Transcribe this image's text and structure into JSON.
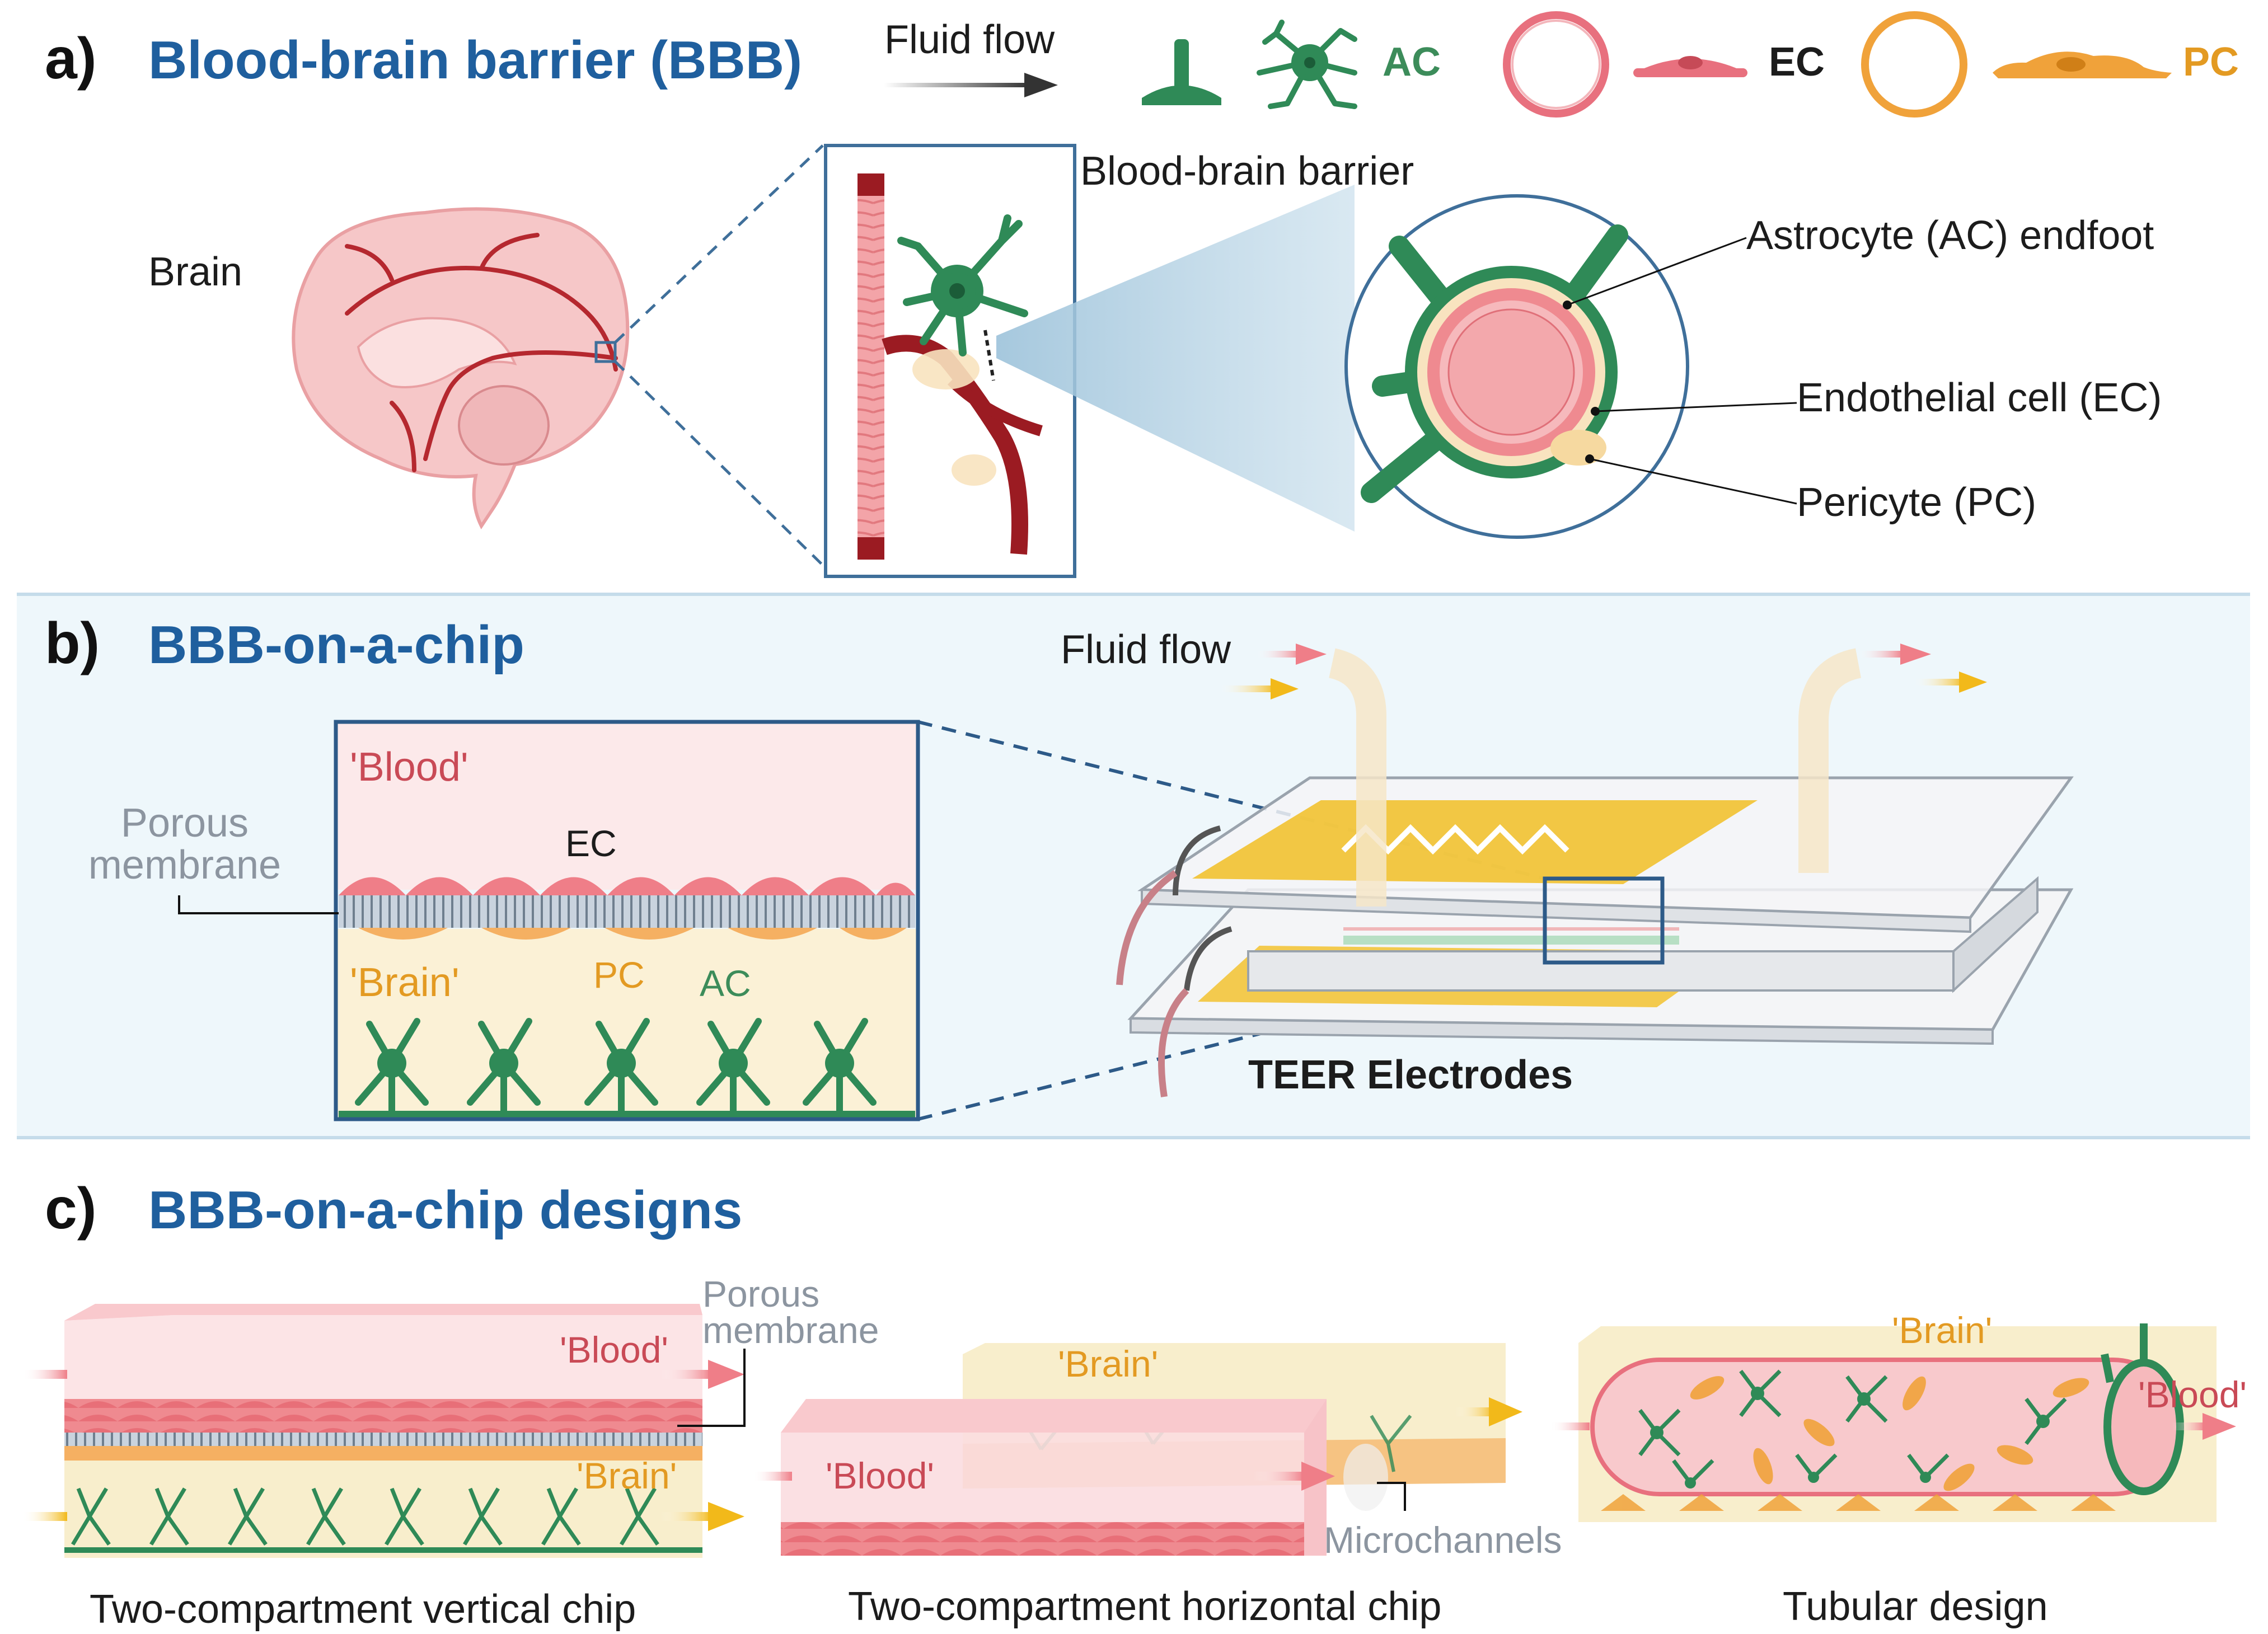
{
  "panels": {
    "a": {
      "letter": "a)",
      "title": "Blood-brain barrier (BBB)"
    },
    "b": {
      "letter": "b)",
      "title": "BBB-on-a-chip"
    },
    "c": {
      "letter": "c)",
      "title": "BBB-on-a-chip designs"
    }
  },
  "legend": {
    "fluid_flow": "Fluid flow",
    "ac": "AC",
    "ec": "EC",
    "pc": "PC"
  },
  "panel_a": {
    "brain": "Brain",
    "bbb_label": "Blood-brain barrier",
    "astrocyte": "Astrocyte (AC) endfoot",
    "endothelial": "Endothelial cell (EC)",
    "pericyte": "Pericyte (PC)"
  },
  "panel_b": {
    "blood": "'Blood'",
    "ec": "EC",
    "porous_line1": "Porous",
    "porous_line2": "membrane",
    "brain": "'Brain'",
    "pc": "PC",
    "ac": "AC",
    "fluid_flow": "Fluid flow",
    "teer": "TEER Electrodes"
  },
  "panel_c": {
    "porous_line1": "Porous",
    "porous_line2": "membrane",
    "v_blood": "'Blood'",
    "v_brain": "'Brain'",
    "h_brain": "'Brain'",
    "h_blood": "'Blood'",
    "microchannels": "Microchannels",
    "t_brain": "'Brain'",
    "t_blood": "'Blood'",
    "cap_vertical": "Two-compartment vertical chip",
    "cap_horizontal": "Two-compartment horizontal chip",
    "cap_tubular": "Tubular design"
  },
  "colors": {
    "title_blue": "#1f5f9e",
    "ec_red": "#e8707e",
    "pc_orange": "#f0a23a",
    "ac_green": "#2f8a57",
    "teer_yellow": "#f2c230",
    "panel_b_bg": "#eef7fb"
  }
}
